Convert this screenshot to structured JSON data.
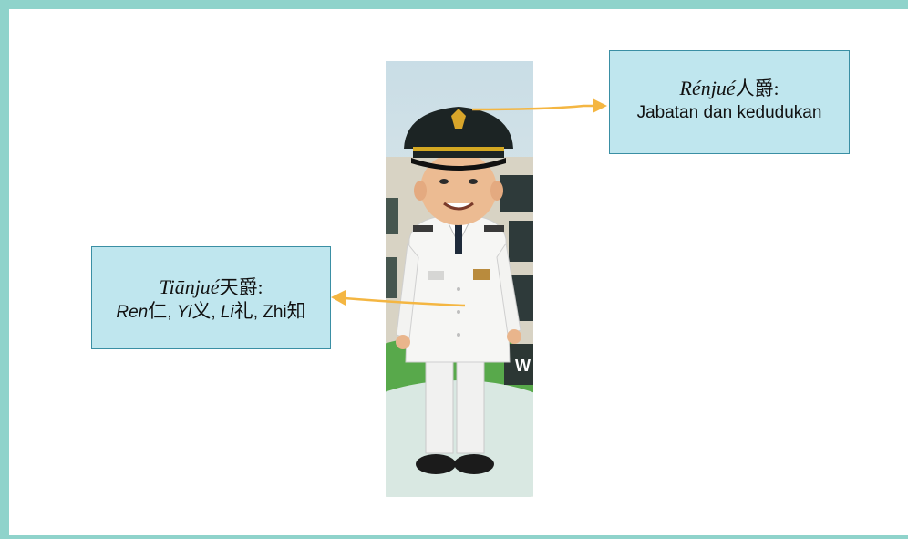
{
  "colors": {
    "frame": "#8fd3cb",
    "box_fill": "#bfe6ee",
    "box_border": "#3a8fa4",
    "arrow": "#f4b642"
  },
  "renjue_box": {
    "term": "Rénjué",
    "hanzi": "人爵",
    "colon": ":",
    "description": "Jabatan dan kedudukan"
  },
  "tianjue_box": {
    "term": "Tiānjué",
    "hanzi": "天爵",
    "colon": ":",
    "virtues": [
      {
        "term": "Ren",
        "hanzi": "仁",
        "sep": ", "
      },
      {
        "term": "Yi",
        "hanzi": "义",
        "sep": ", "
      },
      {
        "term": "Li",
        "hanzi": "礼",
        "sep": ", "
      },
      {
        "term": "Zhi",
        "hanzi": "知",
        "sep": ""
      }
    ]
  },
  "illustration": {
    "subject": "official-in-white-uniform",
    "icon": "official-caricature-icon"
  }
}
